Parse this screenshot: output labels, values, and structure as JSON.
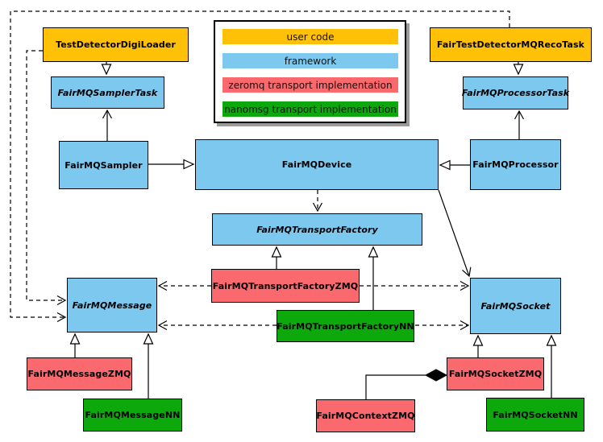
{
  "legend": {
    "items": [
      {
        "label": "user code",
        "color": "#FFC107"
      },
      {
        "label": "framework",
        "color": "#7CC8EF"
      },
      {
        "label": "zeromq transport implementation",
        "color": "#F9696E"
      },
      {
        "label": "nanomsg transport implementation",
        "color": "#0CA80C"
      }
    ]
  },
  "classes": {
    "digiloader": {
      "label": "TestDetectorDigiLoader",
      "category": "user code",
      "abstract": false
    },
    "recotask": {
      "label": "FairTestDetectorMQRecoTask",
      "category": "user code",
      "abstract": false
    },
    "samplertask": {
      "label": "FairMQSamplerTask",
      "category": "framework",
      "abstract": true
    },
    "processortask": {
      "label": "FairMQProcessorTask",
      "category": "framework",
      "abstract": true
    },
    "sampler": {
      "label": "FairMQSampler",
      "category": "framework",
      "abstract": false
    },
    "device": {
      "label": "FairMQDevice",
      "category": "framework",
      "abstract": false
    },
    "processor": {
      "label": "FairMQProcessor",
      "category": "framework",
      "abstract": false
    },
    "transportfactory": {
      "label": "FairMQTransportFactory",
      "category": "framework",
      "abstract": true
    },
    "tfzmq": {
      "label": "FairMQTransportFactoryZMQ",
      "category": "zeromq transport implementation",
      "abstract": false
    },
    "tfnn": {
      "label": "FairMQTransportFactoryNN",
      "category": "nanomsg transport implementation",
      "abstract": false
    },
    "message": {
      "label": "FairMQMessage",
      "category": "framework",
      "abstract": true
    },
    "socket": {
      "label": "FairMQSocket",
      "category": "framework",
      "abstract": true
    },
    "msgzmq": {
      "label": "FairMQMessageZMQ",
      "category": "zeromq transport implementation",
      "abstract": false
    },
    "msgnn": {
      "label": "FairMQMessageNN",
      "category": "nanomsg transport implementation",
      "abstract": false
    },
    "ctxzmq": {
      "label": "FairMQContextZMQ",
      "category": "zeromq transport implementation",
      "abstract": false
    },
    "sockzmq": {
      "label": "FairMQSocketZMQ",
      "category": "zeromq transport implementation",
      "abstract": false
    },
    "socknn": {
      "label": "FairMQSocketNN",
      "category": "nanomsg transport implementation",
      "abstract": false
    }
  },
  "relationships": [
    {
      "from": "TestDetectorDigiLoader",
      "to": "FairMQSamplerTask",
      "type": "inheritance"
    },
    {
      "from": "FairTestDetectorMQRecoTask",
      "to": "FairMQProcessorTask",
      "type": "inheritance"
    },
    {
      "from": "FairMQSampler",
      "to": "FairMQDevice",
      "type": "inheritance"
    },
    {
      "from": "FairMQProcessor",
      "to": "FairMQDevice",
      "type": "inheritance"
    },
    {
      "from": "FairMQSampler",
      "to": "FairMQSamplerTask",
      "type": "association"
    },
    {
      "from": "FairMQProcessor",
      "to": "FairMQProcessorTask",
      "type": "association"
    },
    {
      "from": "FairMQDevice",
      "to": "FairMQTransportFactory",
      "type": "dependency"
    },
    {
      "from": "FairMQDevice",
      "to": "FairMQSocket",
      "type": "association"
    },
    {
      "from": "FairMQTransportFactoryZMQ",
      "to": "FairMQTransportFactory",
      "type": "inheritance"
    },
    {
      "from": "FairMQTransportFactoryNN",
      "to": "FairMQTransportFactory",
      "type": "inheritance"
    },
    {
      "from": "FairMQTransportFactoryZMQ",
      "to": "FairMQMessage",
      "type": "dependency"
    },
    {
      "from": "FairMQTransportFactoryZMQ",
      "to": "FairMQSocket",
      "type": "dependency"
    },
    {
      "from": "FairMQTransportFactoryNN",
      "to": "FairMQMessage",
      "type": "dependency"
    },
    {
      "from": "FairMQTransportFactoryNN",
      "to": "FairMQSocket",
      "type": "dependency"
    },
    {
      "from": "TestDetectorDigiLoader",
      "to": "FairMQMessage",
      "type": "dependency"
    },
    {
      "from": "FairTestDetectorMQRecoTask",
      "to": "FairMQMessage",
      "type": "dependency"
    },
    {
      "from": "FairMQMessageZMQ",
      "to": "FairMQMessage",
      "type": "inheritance"
    },
    {
      "from": "FairMQMessageNN",
      "to": "FairMQMessage",
      "type": "inheritance"
    },
    {
      "from": "FairMQSocketZMQ",
      "to": "FairMQSocket",
      "type": "inheritance"
    },
    {
      "from": "FairMQSocketNN",
      "to": "FairMQSocket",
      "type": "inheritance"
    },
    {
      "from": "FairMQContextZMQ",
      "to": "FairMQSocketZMQ",
      "type": "composition"
    }
  ]
}
